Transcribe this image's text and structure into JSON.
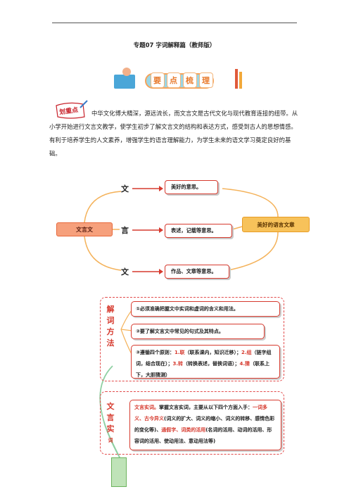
{
  "document": {
    "title": "专题07  字词解释篇（教师版）",
    "banner_chars": [
      "要",
      "点",
      "梳",
      "理"
    ],
    "stamp_label": "划重点",
    "intro": "中华文化博大精深，源远流长，而文言文是古代文化与现代教育连接的纽带。从小学开始进行文言文教学，使学生初步了解文言文的结构和表达方式，感受到古人的思想情感。有利于培养学生的人文素养，增强学生的语言理解能力，为学生未来的语文学习奠定良好的基础。"
  },
  "mindmap1": {
    "root": "文言文",
    "result": "美好的语言文章",
    "chars": [
      "文",
      "言",
      "文"
    ],
    "meanings": [
      "美好的意思。",
      "表述，记载等意思。",
      "作品、文章等意思。"
    ]
  },
  "mindmap2": {
    "branch1_label": [
      "解",
      "词",
      "方",
      "法"
    ],
    "method1": "①必须准确把握文中实词和虚词的含义和用法。",
    "method2": "②要了解文言文中常见的句式及其特点。",
    "method3_prefix": "③遵循四个原则：",
    "method3_p1": "1.联",
    "method3_p1_note": "（联系课内，知识迁移）；",
    "method3_p2": "2.组",
    "method3_p2_note": "（链字组词，结合现在）；",
    "method3_p3": "3.转",
    "method3_p3_note": "（转换表述，替换词语）；",
    "method3_p4": "4.猜",
    "method3_p4_note": "（联系上下，大胆猜测）",
    "branch2_label": [
      "文",
      "言",
      "实",
      "词"
    ],
    "shici_head": "文言实词。",
    "shici_text1": "掌握文言实词，主要从以下四个方面入手：",
    "shici_r1": "一词多义、古今异义",
    "shici_text2": "(词义的扩大、词义的缩小、词义的转移、感情色彩的变化等)、",
    "shici_r2": "通假字、词类的活用",
    "shici_text3": "(名词的活用、动词的活用、形容词的活用、使动用法、意动用法等)"
  }
}
